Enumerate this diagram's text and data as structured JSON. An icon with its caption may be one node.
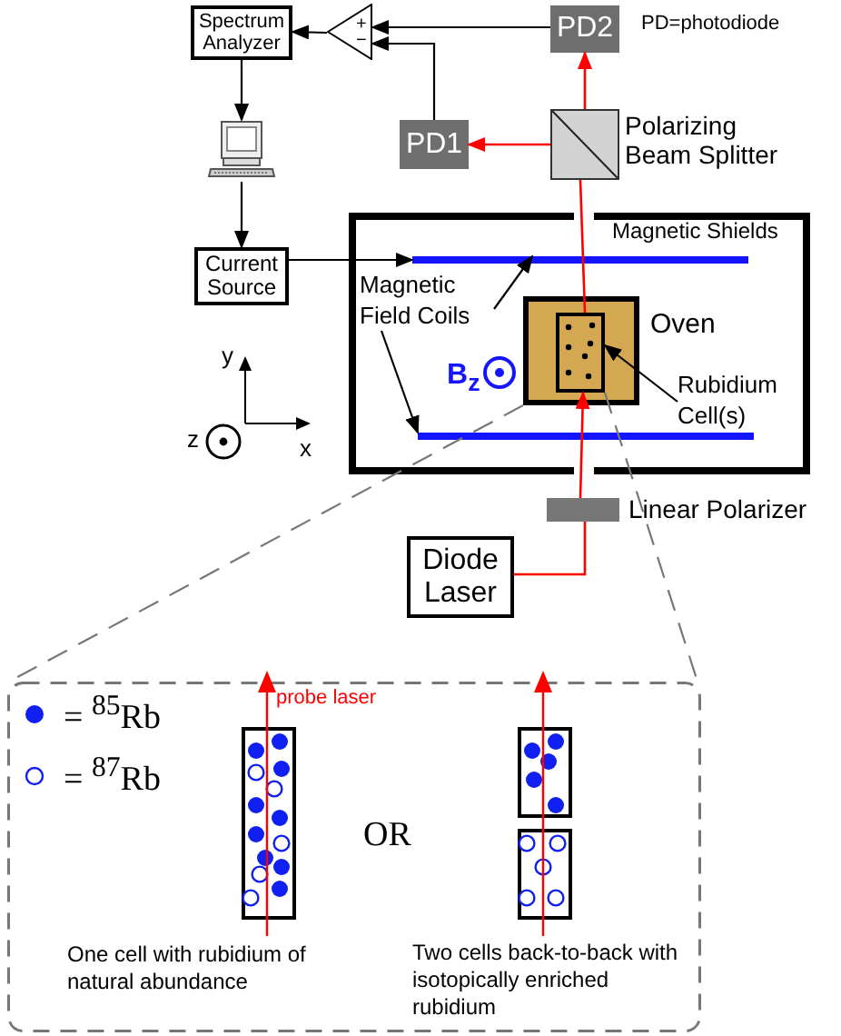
{
  "diagram": {
    "nodes": [
      {
        "text": [
          "Spectrum Analyzer"
        ]
      },
      {
        "text": [
          "+",
          "−"
        ]
      },
      {
        "text": [
          "PD2"
        ]
      },
      {
        "text": [
          "PD1"
        ]
      },
      {
        "text": [],
        "shape": "box",
        "beside": [
          "Polarizing Beam Splitter"
        ]
      },
      {
        "text": [],
        "shape": "computer"
      },
      {
        "text": [
          "Current Source"
        ]
      },
      {
        "text": [
          "Magnetic Shields"
        ]
      },
      {
        "text": [
          "Magnetic Field Coils"
        ],
        "in": 7
      },
      {
        "text": [],
        "shape": "bar",
        "in": 7
      },
      {
        "text": [],
        "shape": "bar",
        "in": 7
      },
      {
        "text": [
          "Oven"
        ],
        "in": 7
      },
      {
        "text": [],
        "shape": "box",
        "in": 11
      },
      {
        "text": [
          "Rubidium Cell(s)"
        ],
        "in": 7
      },
      {
        "text": [],
        "shape": "bar",
        "beside": [
          "Linear Polarizer"
        ]
      },
      {
        "text": [
          "Diode Laser"
        ]
      },
      {
        "text": [],
        "shape": "box"
      },
      {
        "text": [],
        "shape": "box",
        "in": 16
      },
      {
        "text": [],
        "shape": "box",
        "in": 16
      },
      {
        "text": [],
        "shape": "box",
        "in": 16
      }
    ],
    "edges": [
      {
        "from": 15,
        "to": 14,
        "arrow": "none",
        "color": "#ff0000"
      },
      {
        "from": 14,
        "to": 12,
        "arrow": "to",
        "color": "#ff0000"
      },
      {
        "from": 12,
        "to": 4,
        "arrow": "none",
        "color": "#ff0000"
      },
      {
        "from": 4,
        "to": 2,
        "arrow": "to",
        "color": "#ff0000"
      },
      {
        "from": 4,
        "to": 3,
        "arrow": "to",
        "color": "#ff0000"
      },
      {
        "from": 2,
        "to": 1,
        "arrow": "to"
      },
      {
        "from": 3,
        "to": 1,
        "arrow": "to"
      },
      {
        "from": 1,
        "to": 0,
        "arrow": "to"
      },
      {
        "from": 0,
        "to": 5,
        "arrow": "to"
      },
      {
        "from": 5,
        "to": 6,
        "arrow": "to"
      },
      {
        "from": 6,
        "to": 9,
        "arrow": "to"
      },
      {
        "from": 8,
        "to": 9,
        "arrow": "to"
      },
      {
        "from": 8,
        "to": 10,
        "arrow": "to"
      },
      {
        "from": 13,
        "to": 12,
        "arrow": "to"
      },
      {
        "from": 11,
        "to": 16,
        "arrow": "none",
        "style": "dashed",
        "color": "#777777"
      },
      {
        "from": 12,
        "to": 16,
        "arrow": "none",
        "style": "dashed",
        "color": "#777777"
      }
    ],
    "labels": [
      "PD=photodiode",
      "B$_{z}$",
      "y",
      "x",
      "z",
      "probe laser",
      "OR",
      "One cell with rubidium of natural abundance",
      "Two cells back-to-back with isotopically enriched rubidium"
    ],
    "legend": [
      {
        "text": "= $^{85}$Rb"
      },
      {
        "text": "= $^{87}$Rb"
      }
    ]
  }
}
